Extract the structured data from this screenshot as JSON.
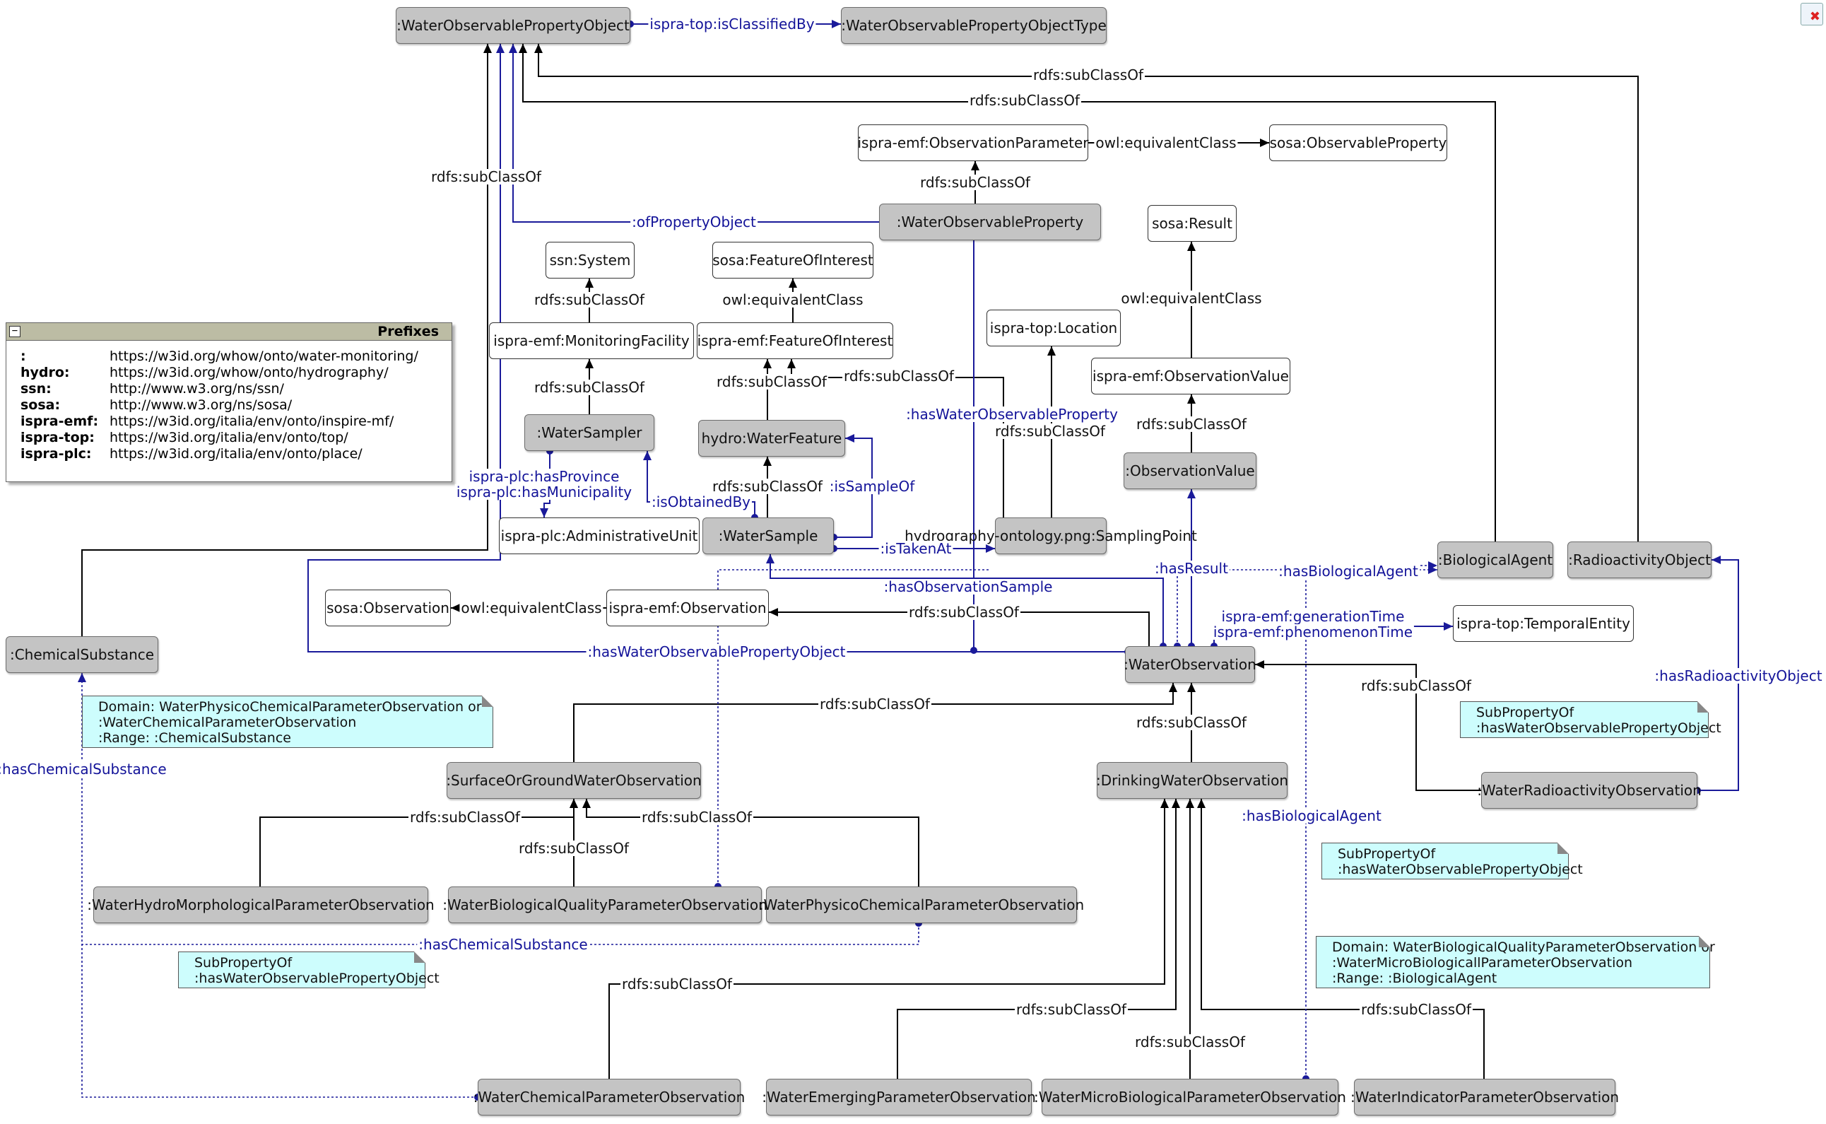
{
  "colors": {
    "data_property_edge": "#000000",
    "object_property_edge": "#1a1a9a",
    "class_fill": "#c4c4c4",
    "external_class_fill": "#ffffff",
    "note_fill": "#cdfdfd",
    "prefix_header_fill": "#bcbca4"
  },
  "nodes": {
    "wopo": ":WaterObservablePropertyObject",
    "wopot": ":WaterObservablePropertyObjectType",
    "obsparam": "ispra-emf:ObservationParameter",
    "sosaop": "sosa:ObservableProperty",
    "wop": ":WaterObservableProperty",
    "sosaresult": "sosa:Result",
    "ssnsys": "ssn:System",
    "sosafoi": "sosa:FeatureOfInterest",
    "location": "ispra-top:Location",
    "monfac": "ispra-emf:MonitoringFacility",
    "emffoi": "ispra-emf:FeatureOfInterest",
    "obsvalue_emf": "ispra-emf:ObservationValue",
    "wsampler": ":WaterSampler",
    "wfeature": "hydro:WaterFeature",
    "obsvalue": ":ObservationValue",
    "adminunit": "ispra-plc:AdministrativeUnit",
    "wsample": ":WaterSample",
    "samplingpoint": "hydrography-ontology.png:SamplingPoint",
    "bioagent": ":BiologicalAgent",
    "radobj": ":RadioactivityObject",
    "sosaobs": "sosa:Observation",
    "emfobs": "ispra-emf:Observation",
    "tempent": "ispra-top:TemporalEntity",
    "chemsub": ":ChemicalSubstance",
    "wobs": ":WaterObservation",
    "sgwobs": ":SurfaceOrGroundWaterObservation",
    "dwobs": ":DrinkingWaterObservation",
    "wradobs": ":WaterRadioactivityObservation",
    "whydro": ":WaterHydroMorphologicalParameterObservation",
    "wbio": ":WaterBiologicalQualityParameterObservation",
    "wphys": ":WaterPhysicoChemicalParameterObservation",
    "wchem": ":WaterChemicalParameterObservation",
    "wemerg": ":WaterEmergingParameterObservation",
    "wmicro": ":WaterMicroBiologicalParameterObservation",
    "windic": ":WaterIndicatorParameterObservation"
  },
  "edge_labels": {
    "subclassof": "rdfs:subClassOf",
    "equivalent": "owl:equivalentClass",
    "is_classified_by": "ispra-top:isClassifiedBy",
    "of_property_object": ":ofPropertyObject",
    "has_water_observable_property": ":hasWaterObservableProperty",
    "has_province": "ispra-plc:hasProvince",
    "has_municipality": "ispra-plc:hasMunicipality",
    "is_obtained_by": ":isObtainedBy",
    "is_sample_of": ":isSampleOf",
    "is_taken_at": ":isTakenAt",
    "has_observation_sample": ":hasObservationSample",
    "has_result": ":hasResult",
    "has_biological_agent": ":hasBiologicalAgent",
    "generation_time": "ispra-emf:generationTime",
    "phenomenon_time": "ispra-emf:phenomenonTime",
    "has_wop_object": ":hasWaterObservablePropertyObject",
    "has_chemical_substance": ":hasChemicalSubstance",
    "has_radioactivity_object": ":hasRadioactivityObject"
  },
  "notes": {
    "chem_domain": "Domain: WaterPhysicoChemicalParameterObservation or\n:WaterChemicalParameterObservation\n:Range: :ChemicalSubstance",
    "chem_sub": "SubPropertyOf\n:hasWaterObservablePropertyObject",
    "rad_sub": "SubPropertyOf\n:hasWaterObservablePropertyObject",
    "bio_sub": "SubPropertyOf\n:hasWaterObservablePropertyObject",
    "bio_domain": "Domain: WaterBiologicalQualityParameterObservation or\n:WaterMicroBiologicallParameterObservation\n:Range: :BiologicalAgent"
  },
  "prefixes": {
    "title": "Prefixes",
    "collapse_symbol": "−",
    "rows": [
      {
        "prefix": ":",
        "iri": "https://w3id.org/whow/onto/water-monitoring/"
      },
      {
        "prefix": "hydro:",
        "iri": "https://w3id.org/whow/onto/hydrography/"
      },
      {
        "prefix": "ssn:",
        "iri": "http://www.w3.org/ns/ssn/"
      },
      {
        "prefix": "sosa:",
        "iri": "http://www.w3.org/ns/sosa/"
      },
      {
        "prefix": "ispra-emf:",
        "iri": "https://w3id.org/italia/env/onto/inspire-mf/"
      },
      {
        "prefix": "ispra-top:",
        "iri": "https://w3id.org/italia/env/onto/top/"
      },
      {
        "prefix": "ispra-plc:",
        "iri": "https://w3id.org/italia/env/onto/place/"
      }
    ]
  },
  "corner_icon": {
    "name": "close-diagram-icon",
    "glyph": "✖"
  }
}
